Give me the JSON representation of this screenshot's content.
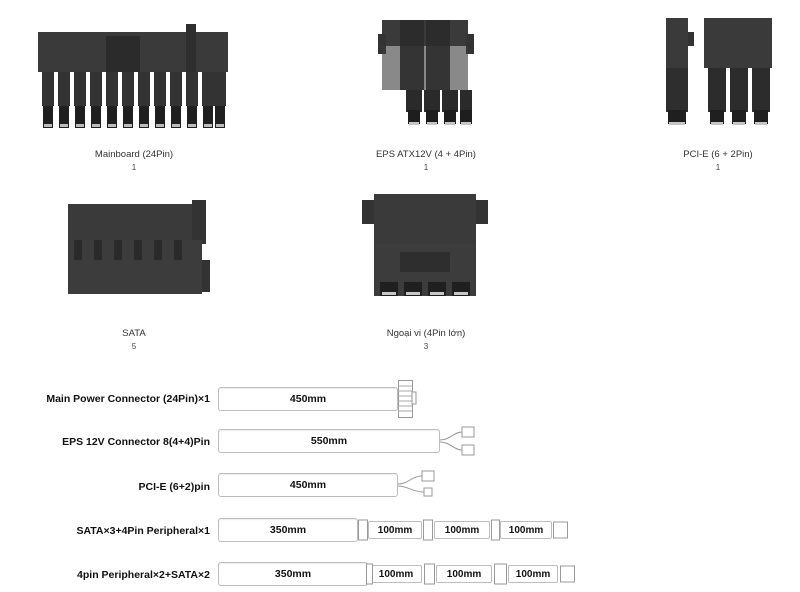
{
  "connectors": [
    {
      "name": "Mainboard (24Pin)",
      "qty": "1"
    },
    {
      "name": "EPS ATX12V (4 + 4Pin)",
      "qty": "1"
    },
    {
      "name": "PCI-E (6 + 2Pin)",
      "qty": "1"
    },
    {
      "name": "SATA",
      "qty": "5"
    },
    {
      "name": "Ngoại vi (4Pin lớn)",
      "qty": "3"
    }
  ],
  "cables": [
    {
      "label": "Main Power Connector (24Pin)×1",
      "length": "450mm"
    },
    {
      "label": "EPS 12V Connector 8(4+4)Pin",
      "length": "550mm"
    },
    {
      "label": "PCI-E (6+2)pin",
      "length": "450mm"
    },
    {
      "label": "SATA×3+4Pin Peripheral×1",
      "length": "350mm",
      "segments": [
        "100mm",
        "100mm",
        "100mm"
      ]
    },
    {
      "label": "4pin Peripheral×2+SATA×2",
      "length": "350mm",
      "segments": [
        "100mm",
        "100mm",
        "100mm"
      ]
    }
  ]
}
